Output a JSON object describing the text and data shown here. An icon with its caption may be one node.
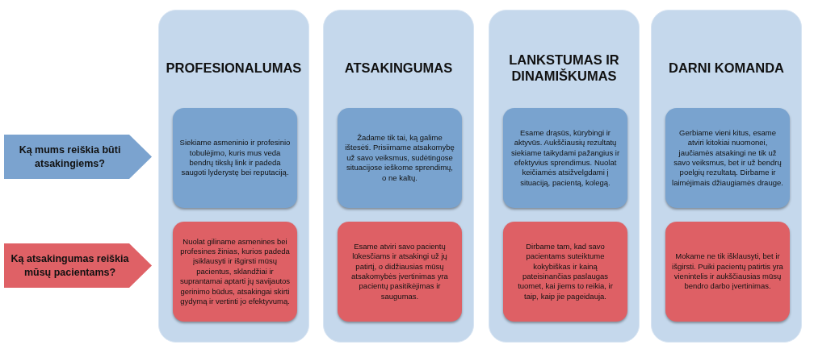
{
  "diagram": {
    "nodes": [
      {
        "text": [
          "Ką mums reiškia būti atsakingiems?"
        ]
      },
      {
        "text": [
          "Ką atsakingumas reiškia mūsų pacientams?"
        ]
      },
      {
        "text": [
          "PROFESIONALUMAS"
        ]
      },
      {
        "text": [
          "Siekiame asmeninio ir profesinio tobulėjimo, kuris mus veda bendrų tikslų link ir padeda saugoti lyderystę bei reputaciją."
        ],
        "in": 2
      },
      {
        "text": [
          "Nuolat giliname asmenines bei profesines žinias, kurios padeda įsiklausyti ir išgirsti mūsų pacientus, sklandžiai ir suprantamai aptarti jų savijautos gerinimo būdus, atsakingai skirti gydymą ir vertinti jo efektyvumą."
        ],
        "in": 2
      },
      {
        "text": [
          "ATSAKINGUMAS"
        ]
      },
      {
        "text": [
          "Žadame tik tai, ką galime ištesėti. Prisiimame atsakomybę už savo veiksmus, sudėtingose situacijose ieškome sprendimų, o ne kaltų."
        ],
        "in": 5
      },
      {
        "text": [
          "Esame atviri savo pacientų lūkesčiams ir atsakingi už jų patirtį, o didžiausias mūsų atsakomybės įvertinimas yra pacientų pasitikėjimas ir saugumas."
        ],
        "in": 5
      },
      {
        "text": [
          "LANKSTUMAS IR DINAMIŠKUMAS"
        ]
      },
      {
        "text": [
          "Esame drąsūs, kūrybingi ir aktyvūs. Aukščiausių rezultatų siekiame taikydami pažangius ir efektyvius sprendimus. Nuolat keičiamės atsižvelgdami į situaciją, pacientą, kolegą."
        ],
        "in": 8
      },
      {
        "text": [
          "Dirbame tam, kad savo pacientams suteiktume kokybiškas ir kainą pateisinančias paslaugas tuomet, kai jiems to reikia, ir taip, kaip jie pageidauja."
        ],
        "in": 8
      },
      {
        "text": [
          "DARNI KOMANDA"
        ]
      },
      {
        "text": [
          "Gerbiame vieni kitus, esame atviri kitokiai nuomonei, jaučiamės atsakingi ne tik už savo veiksmus, bet ir už bendrų poelgių rezultatą. Dirbame ir laimėjimais džiaugiamės drauge."
        ],
        "in": 11
      },
      {
        "text": [
          "Mokame ne tik išklausyti, bet ir išgirsti. Puiki pacientų patirtis yra vienintelis ir aukščiausias mūsų bendro darbo įvertinimas."
        ],
        "in": 11
      }
    ]
  }
}
